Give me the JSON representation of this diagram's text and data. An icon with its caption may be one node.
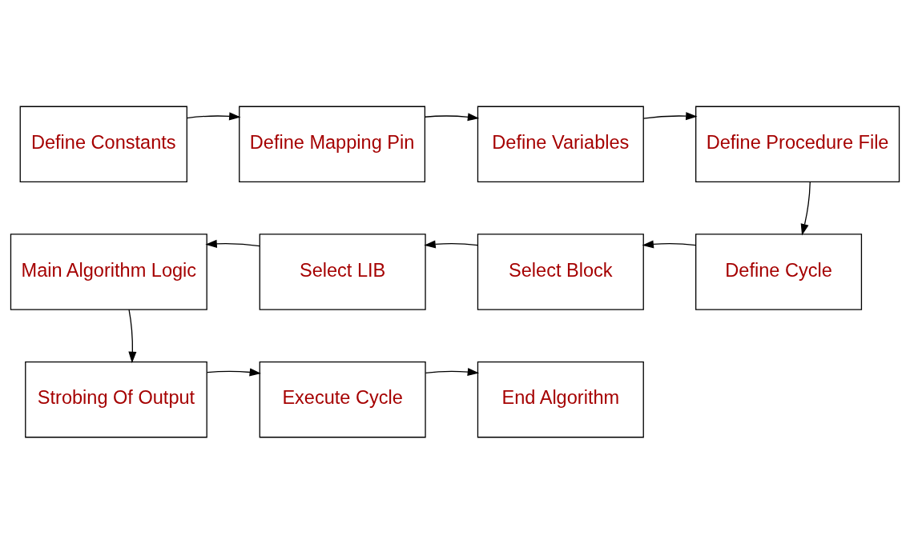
{
  "diagram": {
    "nodes": [
      {
        "text": [
          "Define Constants"
        ]
      },
      {
        "text": [
          "Define Mapping Pin"
        ]
      },
      {
        "text": [
          "Define Variables"
        ]
      },
      {
        "text": [
          "Define Procedure File"
        ]
      },
      {
        "text": [
          "Main Algorithm Logic"
        ]
      },
      {
        "text": [
          "Select LIB"
        ]
      },
      {
        "text": [
          "Select Block"
        ]
      },
      {
        "text": [
          "Define Cycle"
        ]
      },
      {
        "text": [
          "Strobing Of Output"
        ]
      },
      {
        "text": [
          "Execute Cycle"
        ]
      },
      {
        "text": [
          "End Algorithm"
        ]
      }
    ],
    "edges": [
      {
        "from": 0,
        "to": 1,
        "arrow": "to"
      },
      {
        "from": 1,
        "to": 2,
        "arrow": "to"
      },
      {
        "from": 2,
        "to": 3,
        "arrow": "to"
      },
      {
        "from": 3,
        "to": 7,
        "arrow": "to"
      },
      {
        "from": 7,
        "to": 6,
        "arrow": "to"
      },
      {
        "from": 6,
        "to": 5,
        "arrow": "to"
      },
      {
        "from": 5,
        "to": 4,
        "arrow": "to"
      },
      {
        "from": 4,
        "to": 8,
        "arrow": "to"
      },
      {
        "from": 8,
        "to": 9,
        "arrow": "to"
      },
      {
        "from": 9,
        "to": 10,
        "arrow": "to"
      }
    ]
  }
}
